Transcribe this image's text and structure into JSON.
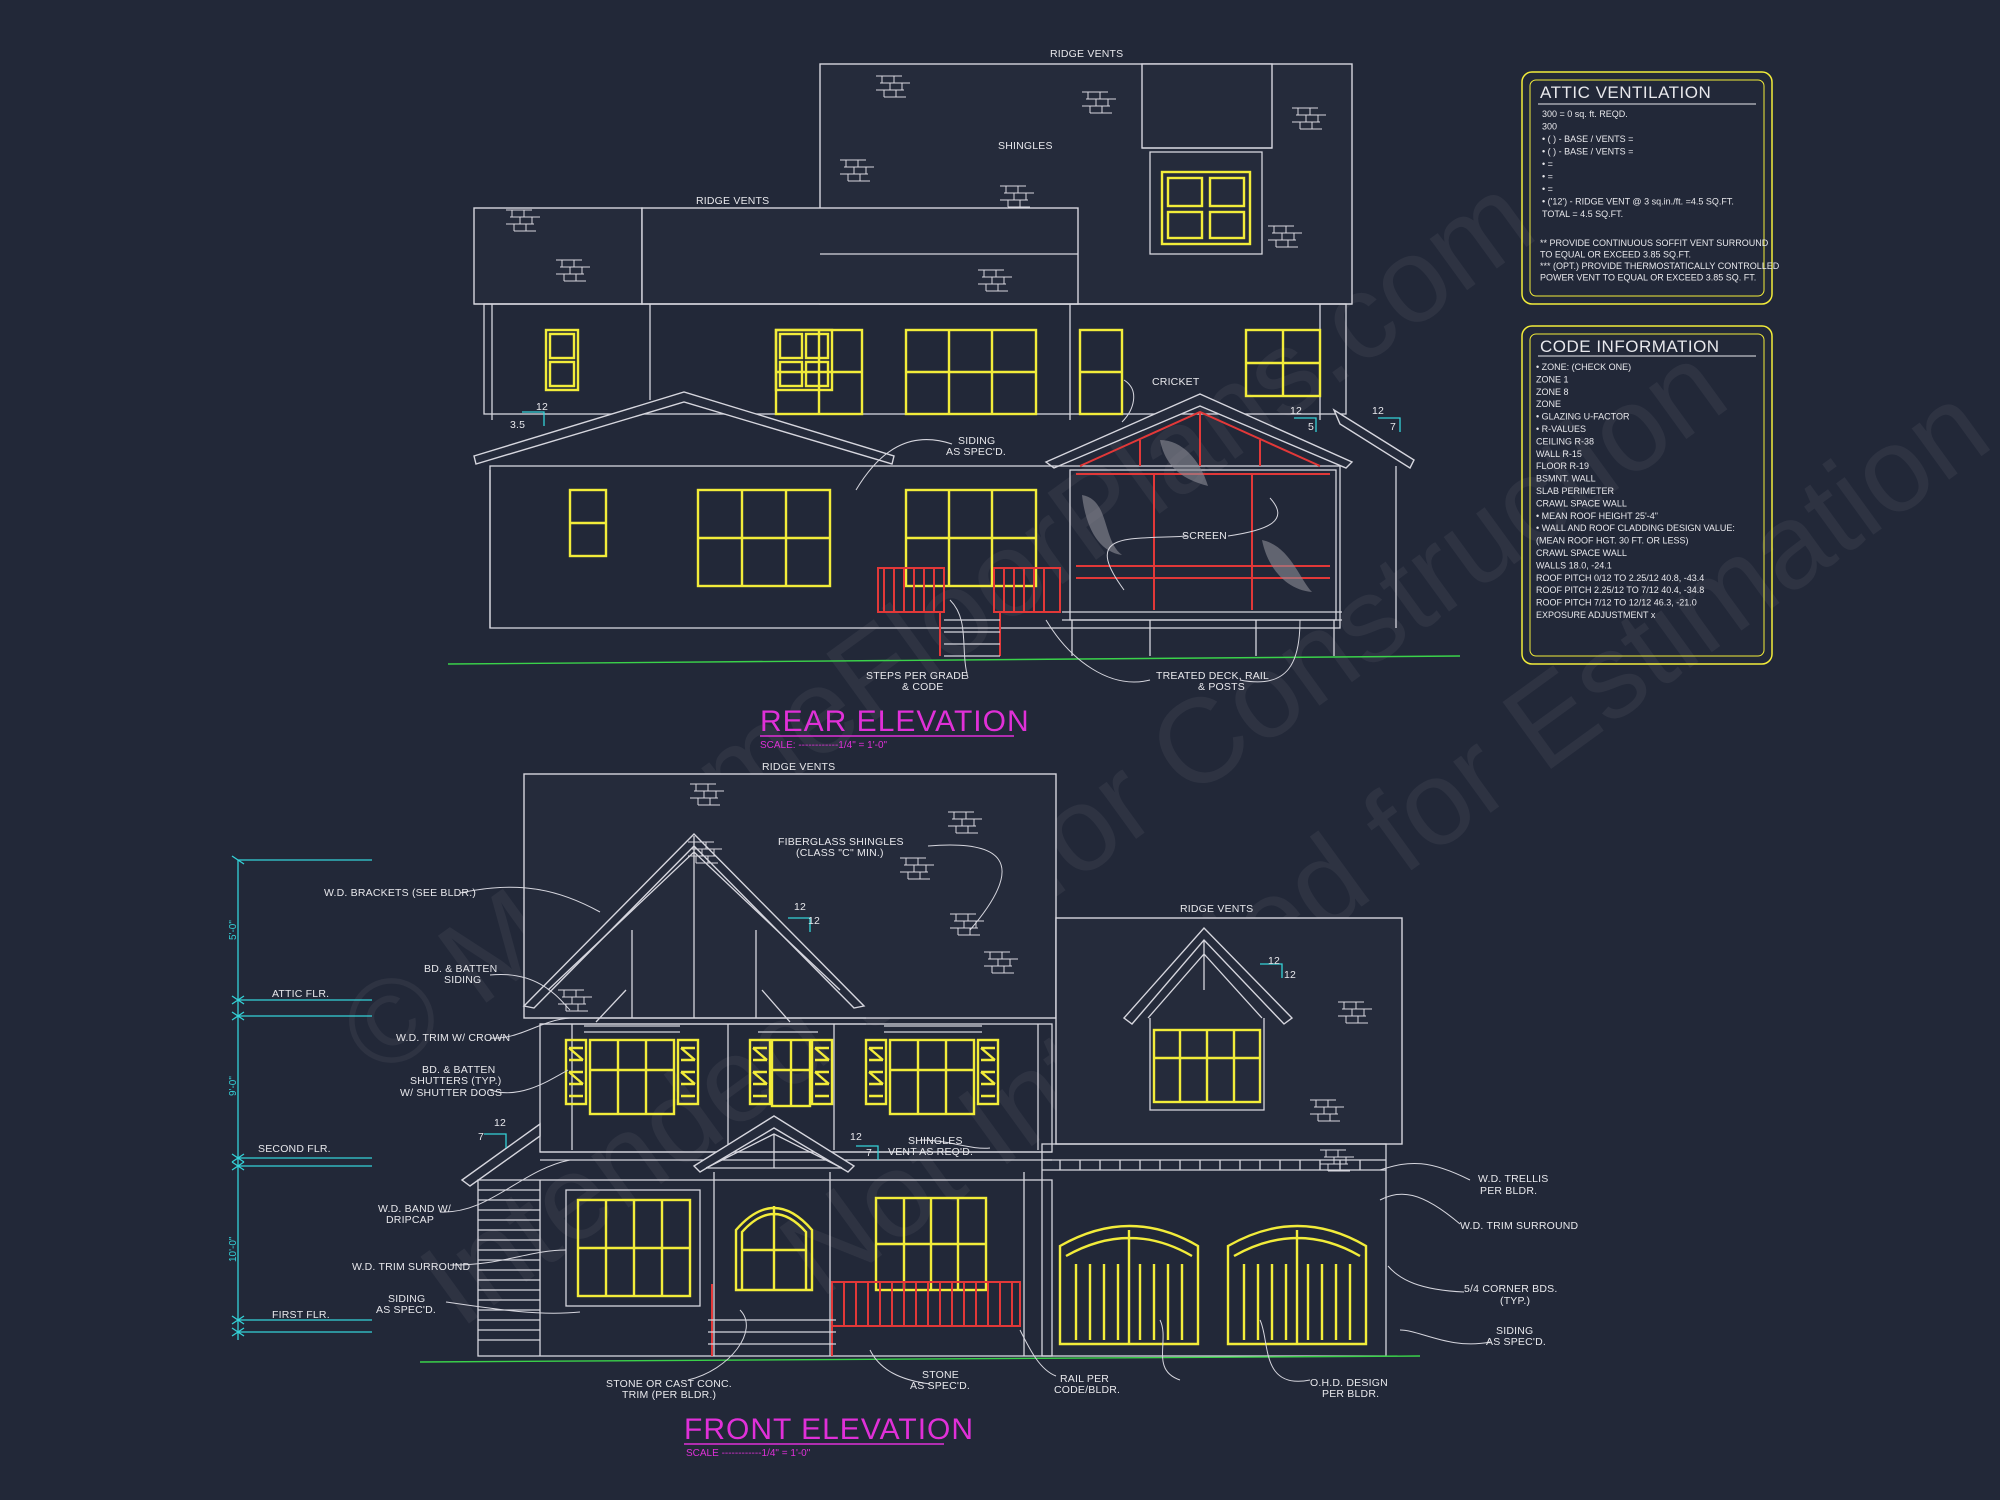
{
  "colors": {
    "background": "#222838",
    "linework": "#d6d6de",
    "windows": "#f2ec3a",
    "railing": "#e23838",
    "title": "#e030d8",
    "dimension": "#34d2d8",
    "ground": "#3ad24a"
  },
  "watermark": {
    "line1": "© MyHomeFloorPlans.com",
    "line2": "Intended use for Construction",
    "line3": "Not Intended for Estimation"
  },
  "rear": {
    "title": "REAR ELEVATION",
    "scale": "SCALE: ------------1/4\" = 1'-0\"",
    "labels": {
      "ridge_vents_top": "RIDGE VENTS",
      "ridge_vents_left": "RIDGE VENTS",
      "shingles": "SHINGLES",
      "cricket": "CRICKET",
      "siding_1": "SIDING",
      "siding_2": "AS SPEC'D.",
      "screen": "SCREEN",
      "steps_1": "STEPS PER GRADE",
      "steps_2": "& CODE",
      "deck_1": "TREATED DECK, RAIL",
      "deck_2": "& POSTS",
      "pitch_a": "12",
      "pitch_a_rise": "3.5",
      "pitch_b": "12",
      "pitch_b_rise": "5",
      "pitch_c": "12",
      "pitch_c_rise": "7"
    }
  },
  "front": {
    "title": "FRONT ELEVATION",
    "scale": "SCALE ------------1/4\" = 1'-0\"",
    "labels": {
      "ridge_vents_main": "RIDGE VENTS",
      "ridge_vents_garage": "RIDGE VENTS",
      "fiberglass_1": "FIBERGLASS SHINGLES",
      "fiberglass_2": "(CLASS \"C\" MIN.)",
      "brackets": "W.D. BRACKETS (SEE BLDR.)",
      "bd_batten_1": "BD. & BATTEN",
      "bd_batten_2": "SIDING",
      "trim_crown": "W.D. TRIM W/ CROWN",
      "shutters_1": "BD. & BATTEN",
      "shutters_2": "SHUTTERS (TYP.)",
      "shutters_3": "W/ SHUTTER DOGS",
      "band_1": "W.D. BAND W/",
      "band_2": "DRIPCAP",
      "trim_surround_left": "W.D. TRIM SURROUND",
      "siding_left_1": "SIDING",
      "siding_left_2": "AS SPEC'D.",
      "shingles_vent_1": "SHINGLES",
      "shingles_vent_2": "VENT AS REQ'D.",
      "stone_trim_1": "STONE OR CAST CONC.",
      "stone_trim_2": "TRIM (PER BLDR.)",
      "stone_1": "STONE",
      "stone_2": "AS SPEC'D.",
      "rail_1": "RAIL PER",
      "rail_2": "CODE/BLDR.",
      "ohd_1": "O.H.D. DESIGN",
      "ohd_2": "PER BLDR.",
      "trellis_1": "W.D. TRELLIS",
      "trellis_2": "PER BLDR.",
      "trim_surround_right": "W.D. TRIM SURROUND",
      "corner_1": "5/4 CORNER BDS.",
      "corner_2": "(TYP.)",
      "siding_right_1": "SIDING",
      "siding_right_2": "AS SPEC'D.",
      "pitch_main": "12",
      "pitch_main_rise": "12",
      "pitch_dormer": "12",
      "pitch_dormer_rise": "12",
      "pitch_porch": "12",
      "pitch_porch_rise": "7",
      "pitch_side": "12",
      "pitch_side_rise": "7"
    },
    "levels": {
      "attic": "ATTIC FLR.",
      "second": "SECOND FLR.",
      "first": "FIRST FLR.",
      "dim_top": "5'-0\"",
      "dim_mid": "9'-0\"",
      "dim_low": "10'-0\""
    }
  },
  "attic_ventilation": {
    "title": "ATTIC VENTILATION",
    "lines": [
      "300 = 0 sq. ft. REQD.",
      "300",
      "• (  ) -          BASE    /    VENTS   =",
      "• (  ) -          BASE    /    VENTS   =",
      "•                                         =",
      "•                                         =",
      "•                                         =",
      "• ('12') - RIDGE VENT @ 3 sq.in./ft.   =4.5 SQ.FT.",
      "                        TOTAL     =   4.5 SQ.FT."
    ],
    "notes": [
      "** PROVIDE CONTINUOUS SOFFIT VENT SURROUND",
      "   TO EQUAL OR EXCEED 3.85 SQ.FT.",
      "*** (OPT.) PROVIDE THERMOSTATICALLY CONTROLLED",
      "   POWER VENT TO EQUAL OR EXCEED 3.85 SQ. FT."
    ]
  },
  "code_information": {
    "title": "CODE INFORMATION",
    "lines": [
      "• ZONE: (CHECK ONE)",
      "      ZONE 1",
      "      ZONE 8",
      "      ZONE",
      "• GLAZING U-FACTOR",
      "• R-VALUES",
      "      CEILING              R-38",
      "      WALL                  R-15",
      "      FLOOR                R-19",
      "      BSMNT. WALL",
      "      SLAB PERIMETER",
      "      CRAWL SPACE WALL",
      "• MEAN ROOF HEIGHT   25'-4\"",
      "• WALL AND ROOF CLADDING DESIGN VALUE:",
      "  (MEAN ROOF HGT. 30 FT. OR LESS)",
      "      CRAWL SPACE WALL",
      "      WALLS                            18.0, -24.1",
      "      ROOF PITCH 0/12 TO 2.25/12    40.8, -43.4",
      "      ROOF PITCH 2.25/12 TO 7/12   40.4, -34.8",
      "      ROOF PITCH 7/12 TO 12/12     46.3, -21.0",
      "      EXPOSURE ADJUSTMENT           x"
    ]
  }
}
